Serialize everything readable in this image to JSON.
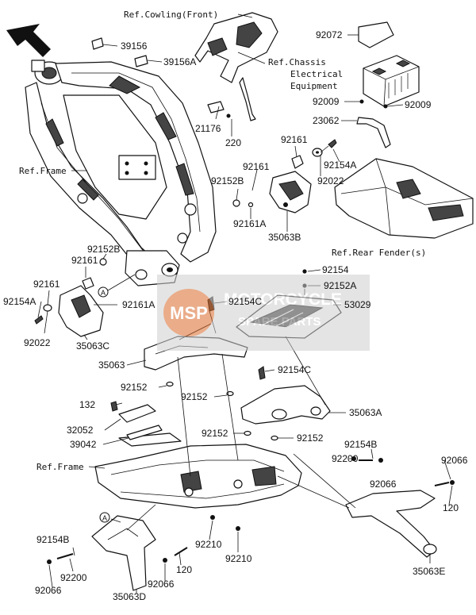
{
  "refs": {
    "cowling_front": "Ref.Cowling(Front)",
    "chassis_line1": "Ref.Chassis",
    "chassis_line2": "Electrical",
    "chassis_line3": "Equipment",
    "frame_top": "Ref.Frame",
    "frame_bottom": "Ref.Frame",
    "rear_fender": "Ref.Rear Fender(s)"
  },
  "circle_marks": [
    "A",
    "A"
  ],
  "watermark": {
    "brand": "MSP",
    "line1": "MOTORCYCLE",
    "line2": "SPARE PARTS"
  },
  "parts": [
    {
      "id": "p39156",
      "text": "39156"
    },
    {
      "id": "p39156a",
      "text": "39156A"
    },
    {
      "id": "p92072",
      "text": "92072"
    },
    {
      "id": "p92009l",
      "text": "92009"
    },
    {
      "id": "p92009r",
      "text": "92009"
    },
    {
      "id": "p23062",
      "text": "23062"
    },
    {
      "id": "p21176",
      "text": "21176"
    },
    {
      "id": "p220",
      "text": "220"
    },
    {
      "id": "p92161t",
      "text": "92161"
    },
    {
      "id": "p92154at",
      "text": "92154A"
    },
    {
      "id": "p92161m",
      "text": "92161"
    },
    {
      "id": "p92022t",
      "text": "92022"
    },
    {
      "id": "p92152bt",
      "text": "92152B"
    },
    {
      "id": "p92161at",
      "text": "92161A"
    },
    {
      "id": "p35063b",
      "text": "35063B"
    },
    {
      "id": "p92152bl",
      "text": "92152B"
    },
    {
      "id": "p92161l1",
      "text": "92161"
    },
    {
      "id": "p92161l2",
      "text": "92161"
    },
    {
      "id": "p92154al",
      "text": "92154A"
    },
    {
      "id": "p92161al",
      "text": "92161A"
    },
    {
      "id": "p92022l",
      "text": "92022"
    },
    {
      "id": "p35063c",
      "text": "35063C"
    },
    {
      "id": "p92154",
      "text": "92154"
    },
    {
      "id": "p92152a",
      "text": "92152A"
    },
    {
      "id": "p92154c1",
      "text": "92154C"
    },
    {
      "id": "p53029",
      "text": "53029"
    },
    {
      "id": "p35063",
      "text": "35063"
    },
    {
      "id": "p92154c2",
      "text": "92154C"
    },
    {
      "id": "p92152a1",
      "text": "92152"
    },
    {
      "id": "p92152a2",
      "text": "92152"
    },
    {
      "id": "p35063a",
      "text": "35063A"
    },
    {
      "id": "p132",
      "text": "132"
    },
    {
      "id": "p32052",
      "text": "32052"
    },
    {
      "id": "p39042",
      "text": "39042"
    },
    {
      "id": "p92152a3",
      "text": "92152"
    },
    {
      "id": "p92152a4",
      "text": "92152"
    },
    {
      "id": "p92154b1",
      "text": "92154B"
    },
    {
      "id": "p92200r",
      "text": "92200"
    },
    {
      "id": "p92066r1",
      "text": "92066"
    },
    {
      "id": "p92066r2",
      "text": "92066"
    },
    {
      "id": "p120r",
      "text": "120"
    },
    {
      "id": "p92210a",
      "text": "92210"
    },
    {
      "id": "p92210b",
      "text": "92210"
    },
    {
      "id": "p35063e",
      "text": "35063E"
    },
    {
      "id": "p92154b2",
      "text": "92154B"
    },
    {
      "id": "p92200l",
      "text": "92200"
    },
    {
      "id": "p92066l",
      "text": "92066"
    },
    {
      "id": "p35063d",
      "text": "35063D"
    },
    {
      "id": "p92066m",
      "text": "92066"
    },
    {
      "id": "p120l",
      "text": "120"
    }
  ]
}
